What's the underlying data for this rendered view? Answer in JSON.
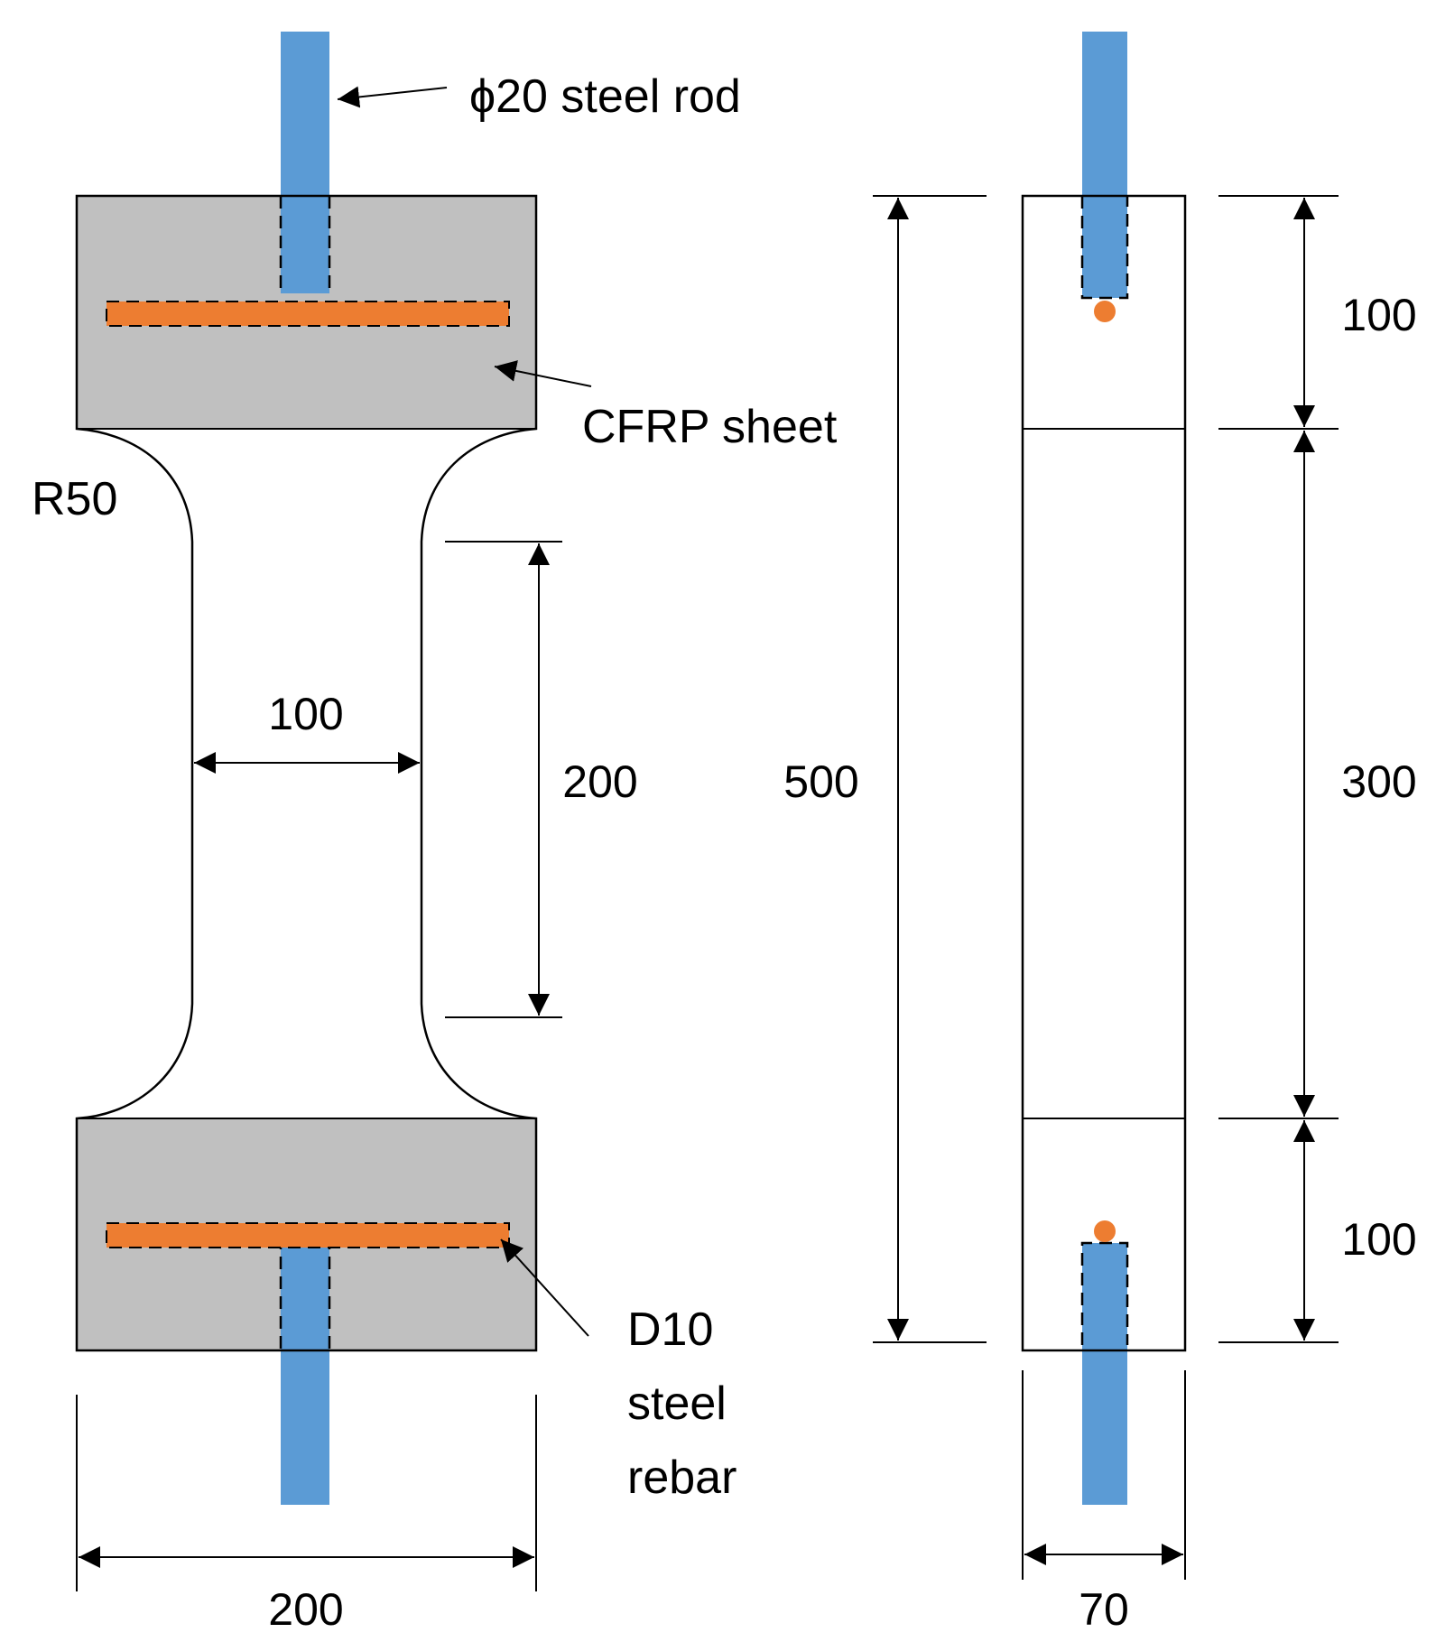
{
  "labels": {
    "steel_rod": "ϕ20 steel rod",
    "cfrp_sheet": "CFRP sheet",
    "radius": "R50",
    "rebar_line1": "D10",
    "rebar_line2": "steel",
    "rebar_line3": "rebar"
  },
  "dimensions": {
    "neck_width": "100",
    "gauge_length": "200",
    "total_width": "200",
    "total_length": "500",
    "top_grip": "100",
    "middle": "300",
    "bottom_grip": "100",
    "thickness": "70"
  },
  "colors": {
    "concrete": "#c0c0c0",
    "steel_rod": "#5b9bd5",
    "cfrp": "#ed7d31",
    "line": "#000000"
  }
}
